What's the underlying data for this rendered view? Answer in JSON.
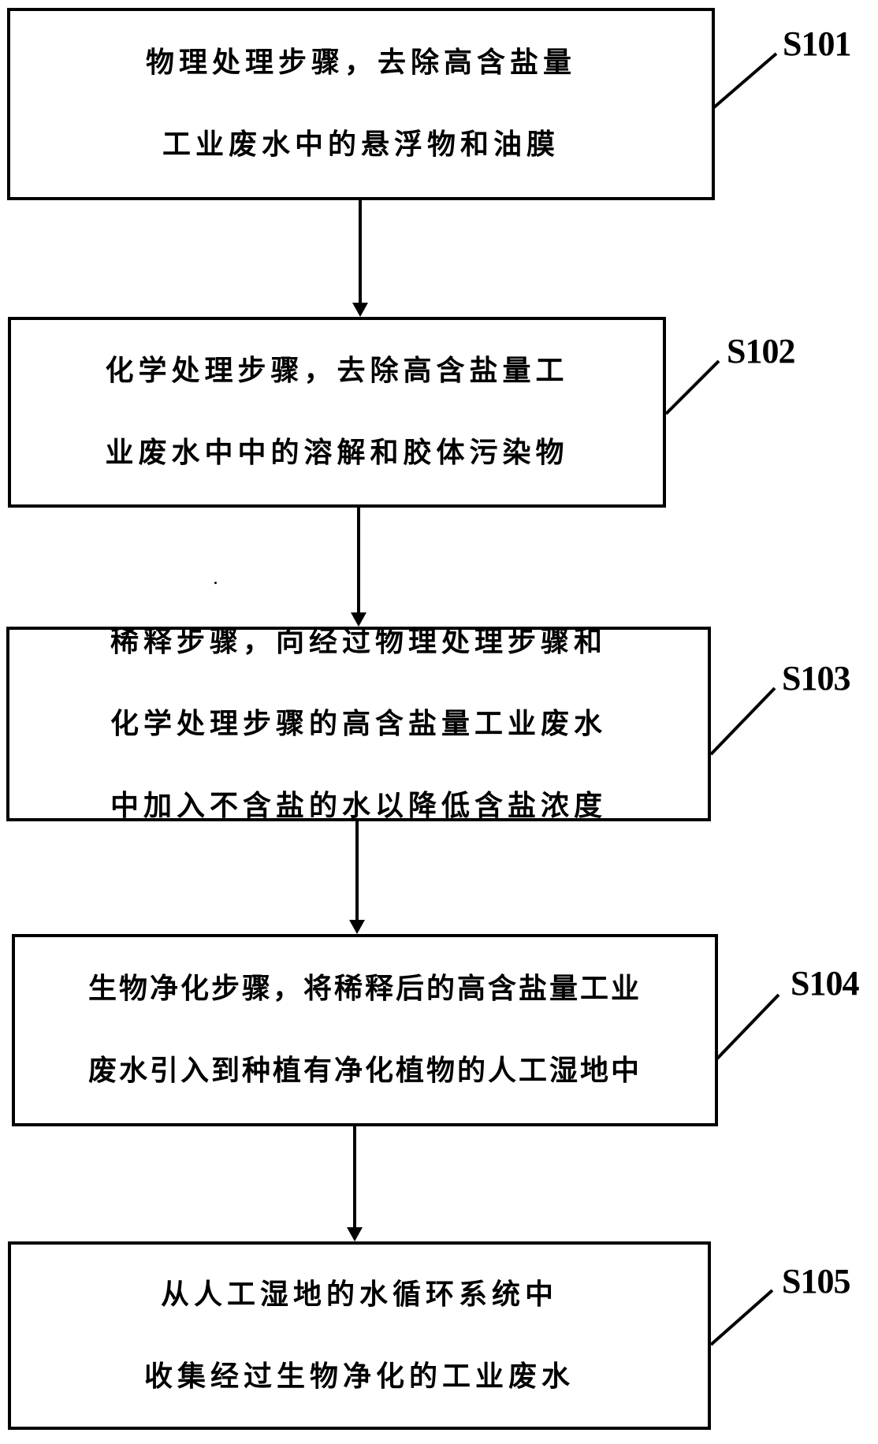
{
  "diagram": {
    "type": "flowchart",
    "direction": "top-to-bottom",
    "colors": {
      "stroke": "#000000",
      "background": "#ffffff",
      "text": "#000000"
    },
    "steps": [
      {
        "id": "S101",
        "label": "S101",
        "lines": [
          "物理处理步骤，去除高含盐量",
          "工业废水中的悬浮物和油膜"
        ]
      },
      {
        "id": "S102",
        "label": "S102",
        "lines": [
          "化学处理步骤，去除高含盐量工",
          "业废水中中的溶解和胶体污染物"
        ]
      },
      {
        "id": "S103",
        "label": "S103",
        "lines": [
          "稀释步骤，向经过物理处理步骤和",
          "化学处理步骤的高含盐量工业废水",
          "中加入不含盐的水以降低含盐浓度"
        ]
      },
      {
        "id": "S104",
        "label": "S104",
        "lines": [
          "生物净化步骤，将稀释后的高含盐量工业",
          "废水引入到种植有净化植物的人工湿地中"
        ]
      },
      {
        "id": "S105",
        "label": "S105",
        "lines": [
          "从人工湿地的水循环系统中",
          "收集经过生物净化的工业废水"
        ]
      }
    ],
    "edges": [
      {
        "from": "S101",
        "to": "S102"
      },
      {
        "from": "S102",
        "to": "S103"
      },
      {
        "from": "S103",
        "to": "S104"
      },
      {
        "from": "S104",
        "to": "S105"
      }
    ]
  }
}
